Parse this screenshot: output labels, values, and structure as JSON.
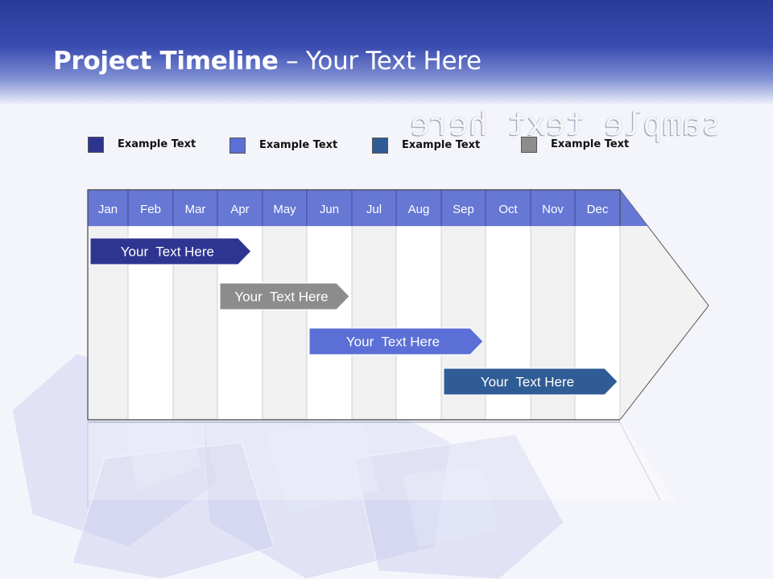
{
  "slide": {
    "title_bold": "Project Timeline",
    "title_rest": " – Your Text Here",
    "mirror_text": "sample text here"
  },
  "legend": [
    {
      "label": "Example Text",
      "color": "#2e3591"
    },
    {
      "label": "Example Text",
      "color": "#5b6fd6"
    },
    {
      "label": "Example Text",
      "color": "#2f5c94"
    },
    {
      "label": "Example Text",
      "color": "#8c8c8c"
    }
  ],
  "chart_data": {
    "type": "gantt",
    "months": [
      "Jan",
      "Feb",
      "Mar",
      "Apr",
      "May",
      "Jun",
      "Jul",
      "Aug",
      "Sep",
      "Oct",
      "Nov",
      "Dec"
    ],
    "tasks": [
      {
        "label": "Your  Text Here",
        "start": 0,
        "end": 3.8,
        "color": "#2e3591",
        "text_color": "#ffffff"
      },
      {
        "label": "Your  Text Here",
        "start": 3.0,
        "end": 6.0,
        "color": "#8c8c8c",
        "text_color": "#ffffff"
      },
      {
        "label": "Your  Text Here",
        "start": 5.0,
        "end": 9.0,
        "color": "#5b6fd6",
        "text_color": "#ffffff"
      },
      {
        "label": "Your  Text Here",
        "start": 8.0,
        "end": 12.0,
        "color": "#2f5c94",
        "text_color": "#ffffff"
      }
    ]
  }
}
